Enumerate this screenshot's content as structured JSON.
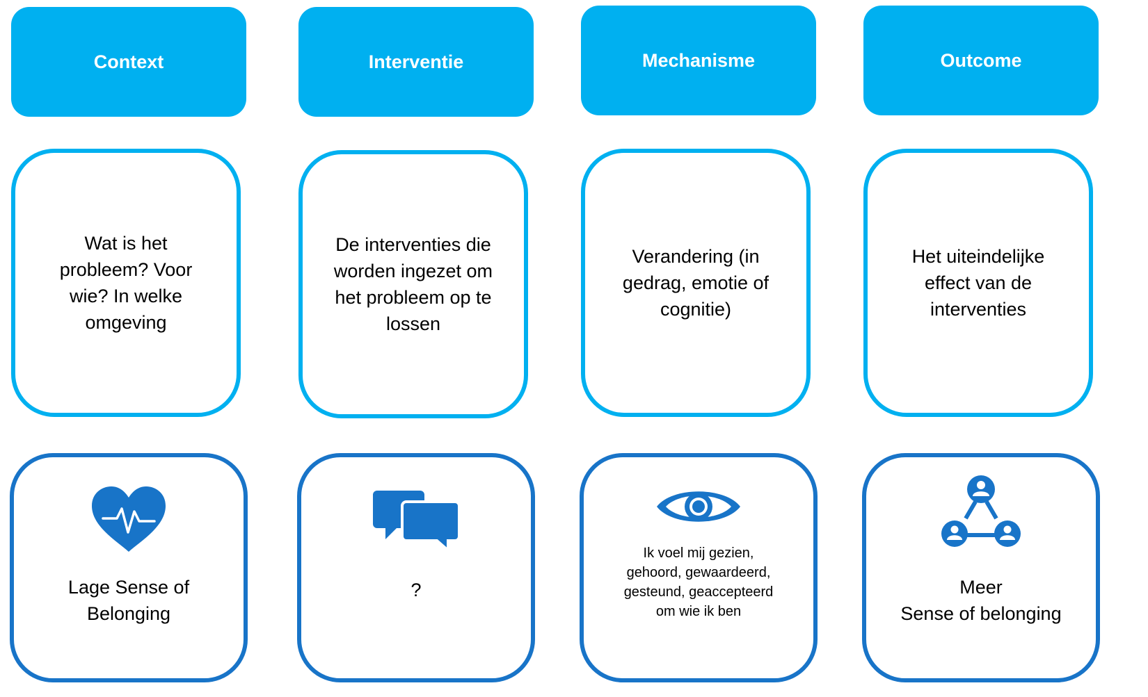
{
  "headers": [
    "Context",
    "Interventie",
    "Mechanisme",
    "Outcome"
  ],
  "descriptions": [
    "Wat is het probleem? Voor wie? In welke omgeving",
    "De interventies die worden ingezet om het probleem op te lossen",
    "Verandering (in gedrag, emotie of cognitie)",
    "Het uiteindelijke effect van de interventies"
  ],
  "examples": [
    {
      "icon": "heart-pulse-icon",
      "lines": [
        "Lage Sense of",
        "Belonging"
      ]
    },
    {
      "icon": "chat-bubbles-icon",
      "lines": [
        "?"
      ]
    },
    {
      "icon": "eye-icon",
      "lines": [
        "Ik voel mij gezien,",
        "gehoord, gewaardeerd,",
        "gesteund, geaccepteerd",
        "om wie ik ben"
      ]
    },
    {
      "icon": "network-people-icon",
      "lines": [
        "Meer",
        "Sense of belonging"
      ]
    }
  ],
  "colors": {
    "header_fill": "#00b0f0",
    "desc_border": "#00b0f0",
    "example_border": "#1874c8",
    "icon": "#1874c8"
  }
}
